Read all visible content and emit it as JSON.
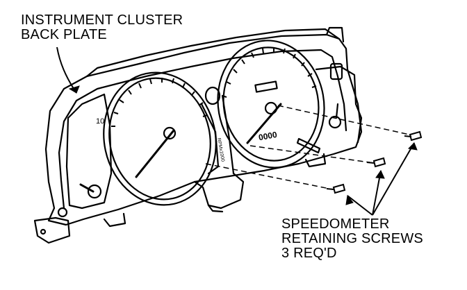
{
  "callouts": {
    "back_plate": {
      "line1": "INSTRUMENT CLUSTER",
      "line2": "BACK PLATE"
    },
    "screws": {
      "line1": "SPEEDOMETER",
      "line2": "RETAINING SCREWS",
      "line3": "3 REQ'D"
    }
  },
  "gauge_markings": {
    "left_gauge_top": "10",
    "speedometer_odometer": "0000",
    "tachometer_vertical": "RPMx1000"
  },
  "colors": {
    "ink": "#000000",
    "paper": "#ffffff"
  }
}
